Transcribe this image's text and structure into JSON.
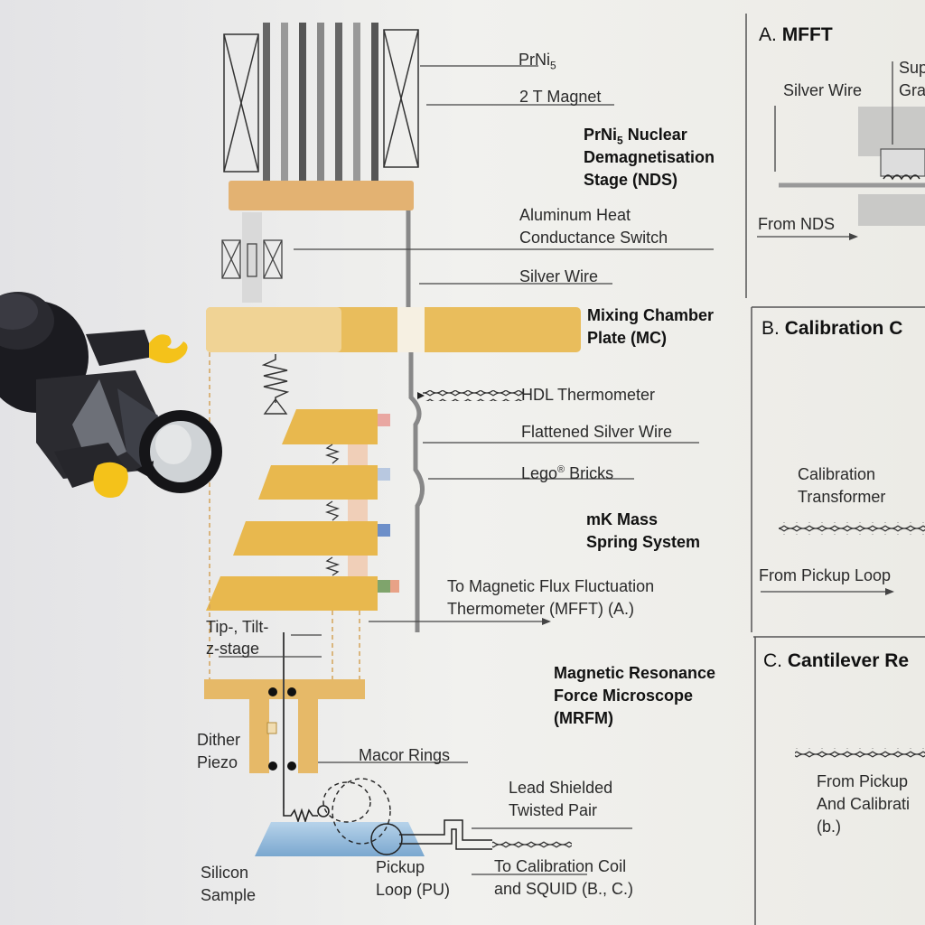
{
  "labels": {
    "prni5": "PrNi",
    "prni5_sub": "5",
    "magnet": "2 T Magnet",
    "nds_line1": "PrNi",
    "nds_line1_sub": "5",
    "nds_line1_rest": " Nuclear",
    "nds_line2": "Demagnetisation",
    "nds_line3": "Stage (NDS)",
    "switch_line1": "Aluminum Heat",
    "switch_line2": "Conductance Switch",
    "silver_wire": "Silver Wire",
    "mc_line1": "Mixing Chamber",
    "mc_line2": "Plate (MC)",
    "hdl": "HDL Thermometer",
    "flattened": "Flattened Silver Wire",
    "lego": "Lego",
    "lego_sup": "®",
    "lego_rest": " Bricks",
    "mass_line1": "mK Mass",
    "mass_line2": "Spring System",
    "mfft_line1": "To Magnetic Flux Fluctuation",
    "mfft_line2": "Thermometer (MFFT) (A.)",
    "tip_line1": "Tip-, Tilt-",
    "tip_line2": "z-stage",
    "mrfm_line1": "Magnetic Resonance",
    "mrfm_line2": "Force Microscope",
    "mrfm_line3": "(MRFM)",
    "dither_line1": "Dither",
    "dither_line2": "Piezo",
    "macor": "Macor Rings",
    "lead_line1": "Lead Shielded",
    "lead_line2": "Twisted Pair",
    "silicon_line1": "Silicon",
    "silicon_line2": "Sample",
    "pickup_line1": "Pickup",
    "pickup_line2": "Loop (PU)",
    "calib_line1": "To Calibration Coil",
    "calib_line2": "and SQUID (B., C.)"
  },
  "panels": {
    "a": {
      "letter": "A.",
      "title": "MFFT",
      "silver_wire": "Silver Wire",
      "sup_line1": "Sup",
      "sup_line2": "Gra",
      "from_nds": "From NDS"
    },
    "b": {
      "letter": "B.",
      "title": "Calibration C",
      "calib_line1": "Calibration",
      "calib_line2": "Transformer",
      "from_pickup": "From Pickup Loop"
    },
    "c": {
      "letter": "C.",
      "title": "Cantilever Re",
      "from_line1": "From Pickup",
      "from_line2": "And Calibrati",
      "from_line3": "(b.)"
    }
  },
  "colors": {
    "paper": "#ecebe6",
    "plate": "#e8b84e",
    "plate_light": "#f2d9a8",
    "ink": "#222222",
    "figure_dark": "#1e1e22",
    "figure_yellow": "#f4c21a",
    "sample_blue": "#8fb8da"
  },
  "icons": {
    "figure": "lego-minifigure-with-magnifier"
  }
}
